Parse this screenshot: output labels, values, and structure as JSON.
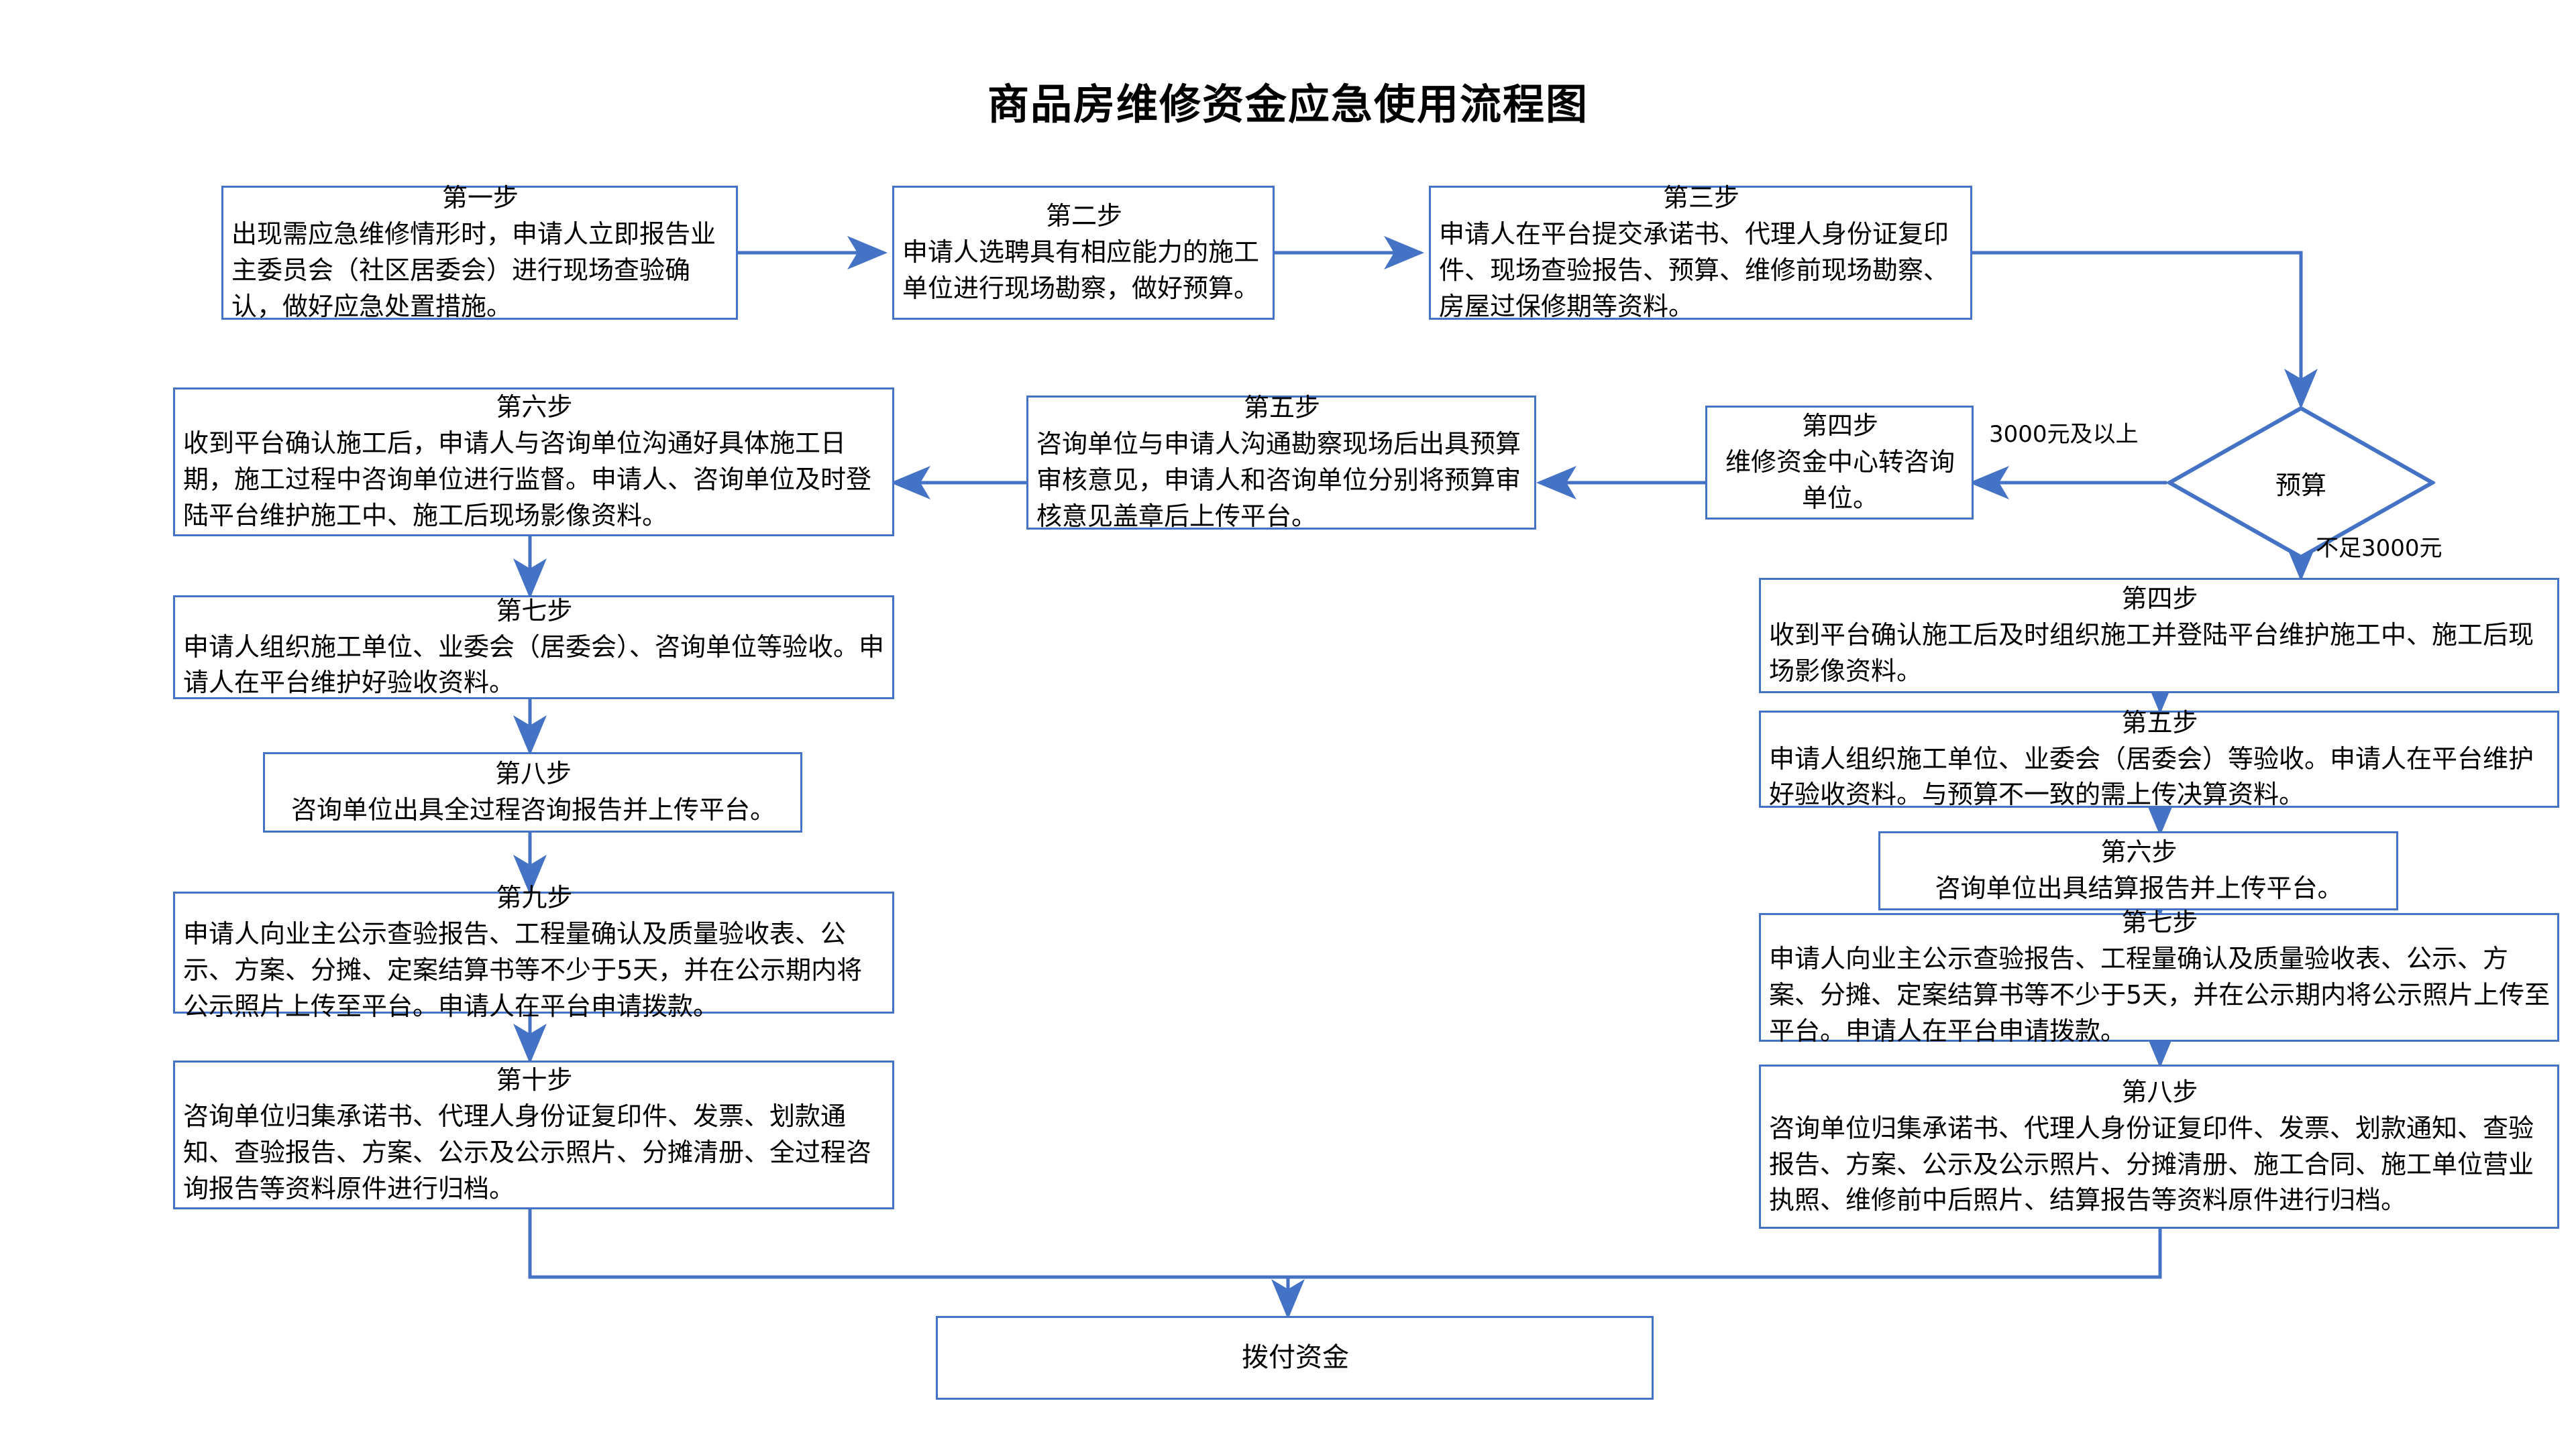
{
  "title": "商品房维修资金应急使用流程图",
  "colors": {
    "border": "#4472C4",
    "connector": "#4472C4",
    "background": "#FFFFFF",
    "text": "#000000"
  },
  "nodes": {
    "step1": {
      "head": "第一步",
      "body": "出现需应急维修情形时，申请人立即报告业主委员会（社区居委会）进行现场查验确认，做好应急处置措施。"
    },
    "step2": {
      "head": "第二步",
      "body": "申请人选聘具有相应能力的施工单位进行现场勘察，做好预算。"
    },
    "step3": {
      "head": "第三步",
      "body": "申请人在平台提交承诺书、代理人身份证复印件、现场查验报告、预算、维修前现场勘察、房屋过保修期等资料。"
    },
    "decision": {
      "label": "预算"
    },
    "branch_labels": {
      "left": "3000元及以上",
      "down": "不足3000元"
    },
    "left_step4": {
      "head": "第四步",
      "body": "维修资金中心转咨询单位。"
    },
    "left_step5": {
      "head": "第五步",
      "body": "咨询单位与申请人沟通勘察现场后出具预算审核意见，申请人和咨询单位分别将预算审核意见盖章后上传平台。"
    },
    "left_step6": {
      "head": "第六步",
      "body": "收到平台确认施工后，申请人与咨询单位沟通好具体施工日期，施工过程中咨询单位进行监督。申请人、咨询单位及时登陆平台维护施工中、施工后现场影像资料。"
    },
    "left_step7": {
      "head": "第七步",
      "body": "申请人组织施工单位、业委会（居委会）、咨询单位等验收。申请人在平台维护好验收资料。"
    },
    "left_step8": {
      "head": "第八步",
      "body": "咨询单位出具全过程咨询报告并上传平台。"
    },
    "left_step9": {
      "head": "第九步",
      "body": "申请人向业主公示查验报告、工程量确认及质量验收表、公示、方案、分摊、定案结算书等不少于5天，并在公示期内将公示照片上传至平台。申请人在平台申请拨款。"
    },
    "left_step10": {
      "head": "第十步",
      "body": "咨询单位归集承诺书、代理人身份证复印件、发票、划款通知、查验报告、方案、公示及公示照片、分摊清册、全过程咨询报告等资料原件进行归档。"
    },
    "right_step4": {
      "head": "第四步",
      "body": "收到平台确认施工后及时组织施工并登陆平台维护施工中、施工后现场影像资料。"
    },
    "right_step5": {
      "head": "第五步",
      "body": "申请人组织施工单位、业委会（居委会）等验收。申请人在平台维护好验收资料。与预算不一致的需上传决算资料。"
    },
    "right_step6": {
      "head": "第六步",
      "body": "咨询单位出具结算报告并上传平台。"
    },
    "right_step7": {
      "head": "第七步",
      "body": "申请人向业主公示查验报告、工程量确认及质量验收表、公示、方案、分摊、定案结算书等不少于5天，并在公示期内将公示照片上传至平台。申请人在平台申请拨款。"
    },
    "right_step8": {
      "head": "第八步",
      "body": "咨询单位归集承诺书、代理人身份证复印件、发票、划款通知、查验报告、方案、公示及公示照片、分摊清册、施工合同、施工单位营业执照、维修前中后照片、结算报告等资料原件进行归档。"
    },
    "terminal": {
      "label": "拨付资金"
    }
  }
}
